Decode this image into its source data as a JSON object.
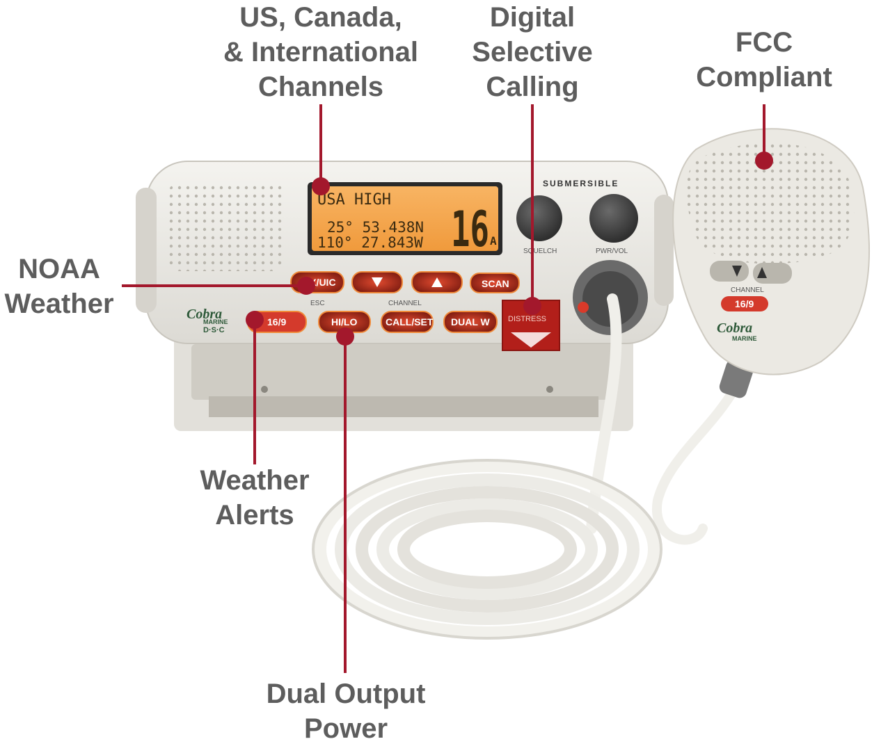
{
  "callouts": {
    "channels": [
      "US, Canada,",
      "& International",
      "Channels"
    ],
    "dsc": [
      "Digital",
      "Selective",
      "Calling"
    ],
    "fcc": [
      "FCC",
      "Compliant"
    ],
    "noaa": [
      "NOAA",
      "Weather"
    ],
    "alerts": [
      "Weather",
      "Alerts"
    ],
    "power": [
      "Dual Output",
      "Power"
    ]
  },
  "radio": {
    "brand_label": "SUBMERSIBLE",
    "lcd": {
      "region": "USA HIGH",
      "lat": "25° 53.438N",
      "lon": "110° 27.843W",
      "channel": "16",
      "channel_suffix": "A"
    },
    "knobs": {
      "squelch": "SQUELCH",
      "volume": "PWR/VOL"
    },
    "buttons": {
      "wx": "WX/UIC",
      "scan": "SCAN",
      "ch16": "16/9",
      "hilo": "HI/LO",
      "callset": "CALL/SET",
      "dualw": "DUAL W",
      "distress": "DISTRESS"
    },
    "labels": {
      "esc": "ESC",
      "channel": "CHANNEL"
    },
    "logo": {
      "name": "Cobra",
      "sub": "MARINE",
      "dsc": "D·S·C"
    }
  },
  "mic": {
    "channel_label": "CHANNEL",
    "ch16": "16/9",
    "logo": {
      "name": "Cobra",
      "sub": "MARINE"
    }
  },
  "colors": {
    "accent": "#a3182c",
    "callout_text": "#5d5d5d",
    "lcd": "#f6a24a"
  }
}
